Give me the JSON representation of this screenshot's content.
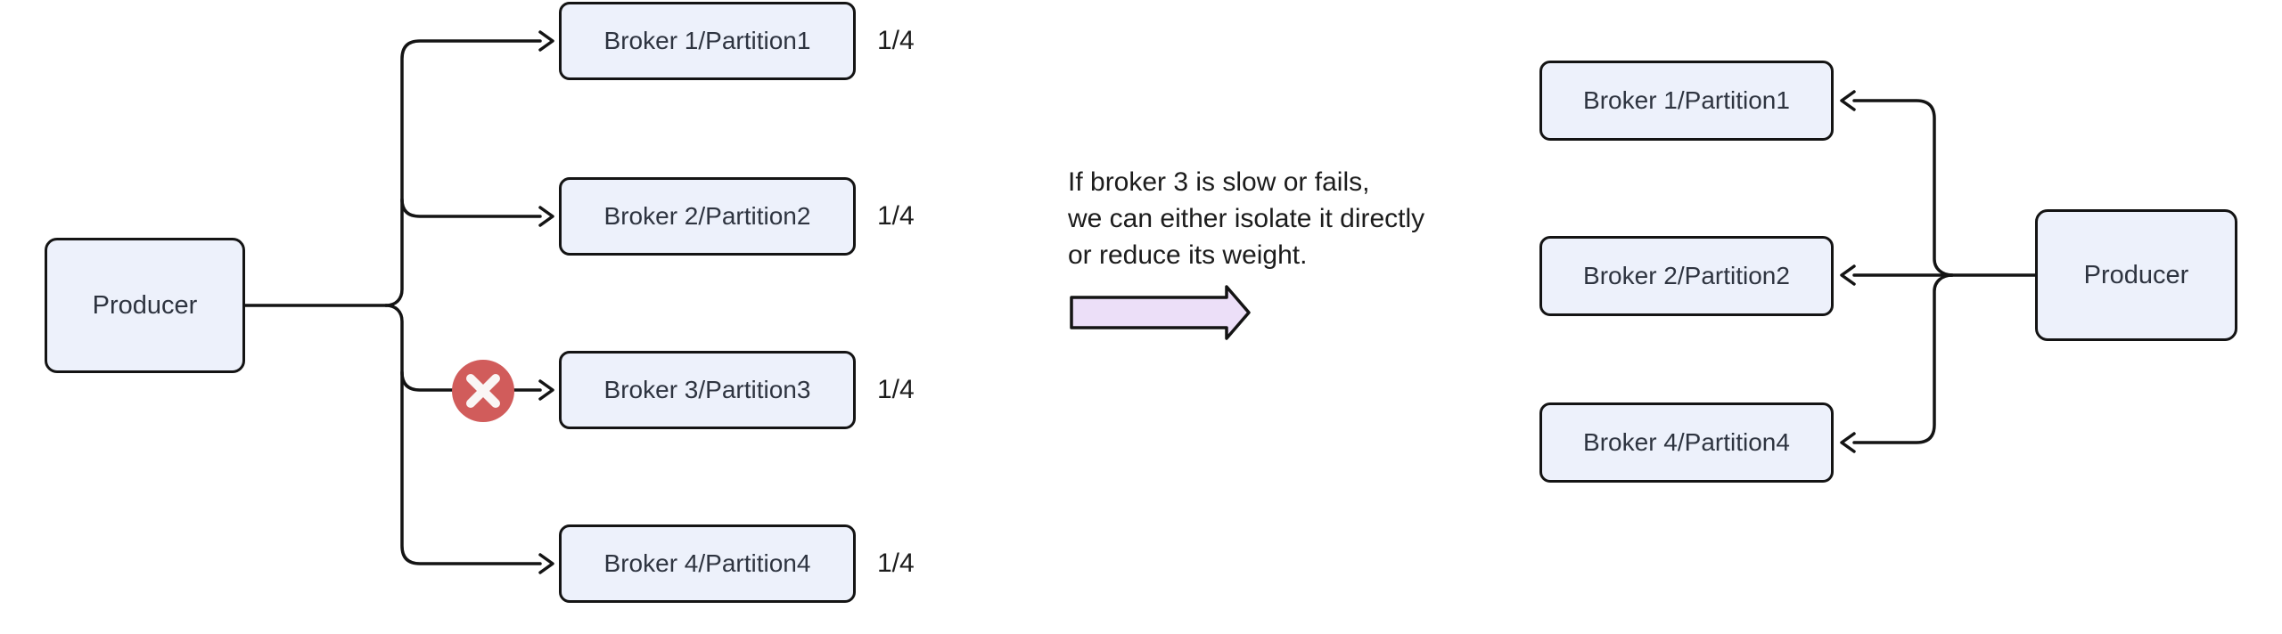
{
  "left": {
    "producer": {
      "label": "Producer"
    },
    "brokers": [
      {
        "label": "Broker 1/Partition1",
        "weight": "1/4"
      },
      {
        "label": "Broker 2/Partition2",
        "weight": "1/4"
      },
      {
        "label": "Broker 3/Partition3",
        "weight": "1/4",
        "status": "failed"
      },
      {
        "label": "Broker 4/Partition4",
        "weight": "1/4"
      }
    ]
  },
  "annotation": {
    "line1": "If broker 3 is slow or fails,",
    "line2": "we can either isolate it directly",
    "line3": "or reduce its weight."
  },
  "right": {
    "producer": {
      "label": "Producer"
    },
    "brokers": [
      {
        "label": "Broker 1/Partition1"
      },
      {
        "label": "Broker 2/Partition2"
      },
      {
        "label": "Broker 4/Partition4"
      }
    ]
  },
  "icons": {
    "failure_badge": "x-circle-icon",
    "transition": "right-block-arrow-icon"
  },
  "colors": {
    "node_fill": "#edf1fb",
    "node_border": "#141414",
    "node_text": "#2e3440",
    "line": "#141414",
    "fail_badge": "#d15c5b",
    "fail_badge_x": "#faf6f5",
    "transition_arrow_fill": "#ecdff8",
    "background": "#ffffff"
  }
}
